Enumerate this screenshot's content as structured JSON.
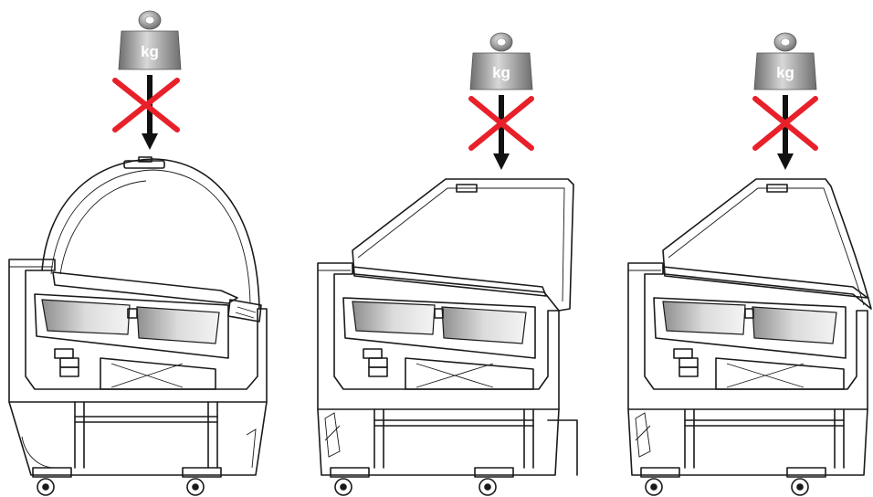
{
  "weights": [
    {
      "label": "kg",
      "allowed": false
    },
    {
      "label": "kg",
      "allowed": false
    },
    {
      "label": "kg",
      "allowed": false
    }
  ],
  "colors": {
    "prohibition_cross": "#e8202a",
    "arrow": "#111111",
    "cabinet_fill": "#f4ecd4",
    "weight_gradient_light": "#d8d8d8",
    "weight_gradient_dark": "#6e6e6e"
  },
  "cabinets": [
    {
      "name": "curved-glass-display-case"
    },
    {
      "name": "straight-glass-display-case"
    },
    {
      "name": "angled-glass-display-case"
    }
  ]
}
